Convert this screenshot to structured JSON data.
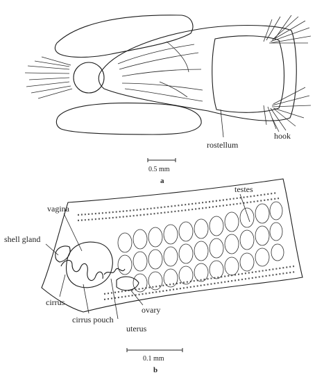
{
  "figure": {
    "panel_a": {
      "letter": "a",
      "scale_bar": "0.5 mm",
      "labels": {
        "rostellum": "rostellum",
        "hook": "hook"
      }
    },
    "panel_b": {
      "letter": "b",
      "scale_bar": "0.1 mm",
      "labels": {
        "testes": "testes",
        "vagina": "vagina",
        "shell_gland": "shell gland",
        "cirrus": "cirrus",
        "cirrus_pouch": "cirrus pouch",
        "uterus": "uterus",
        "ovary": "ovary"
      }
    }
  }
}
